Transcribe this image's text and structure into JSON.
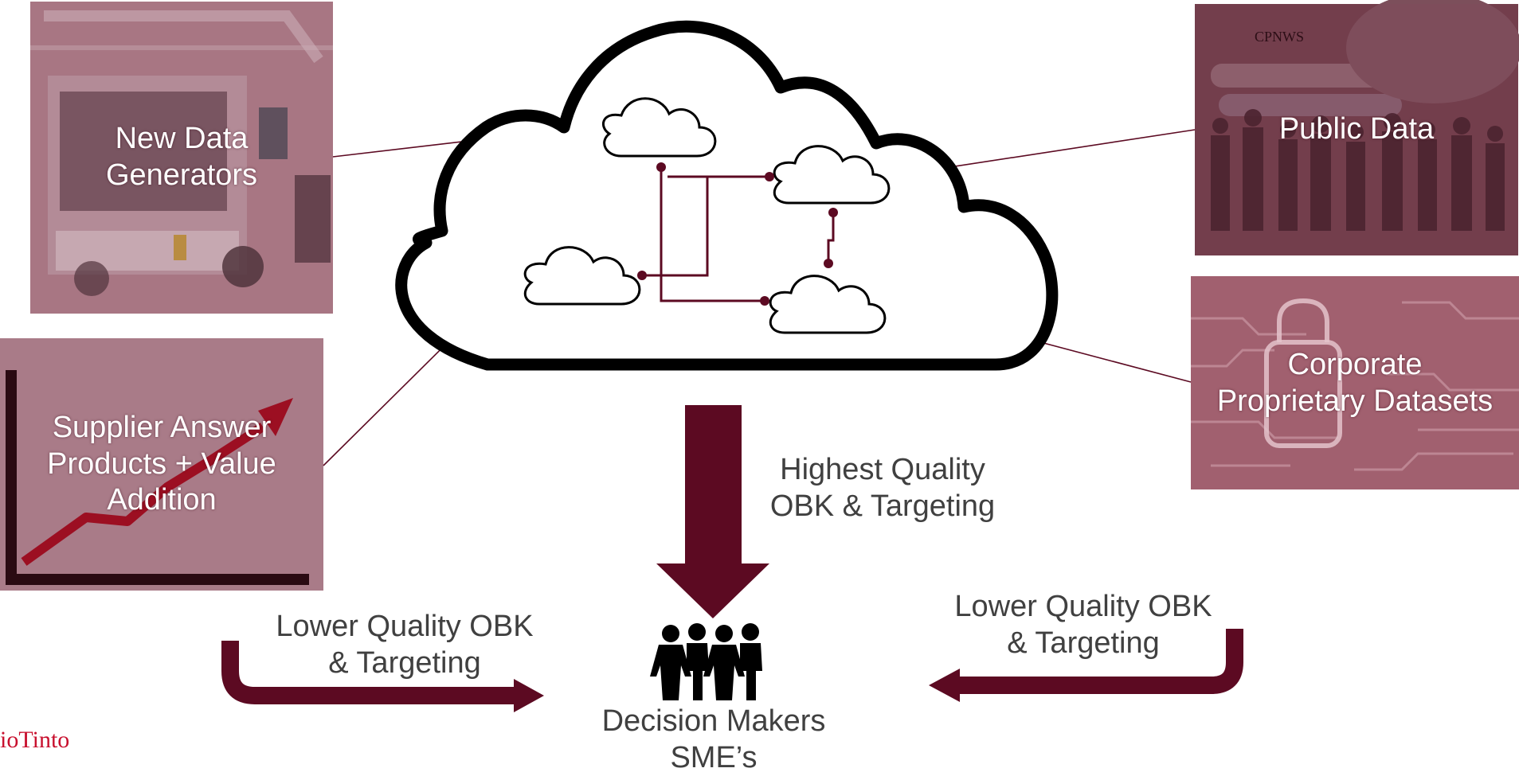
{
  "colors": {
    "maroon": "#5c0a22",
    "cloud_outline": "#000000",
    "text_grey": "#404040",
    "overlay": "#8b4a5e"
  },
  "sources": {
    "new_data": {
      "line1": "New Data",
      "line2": "Generators"
    },
    "supplier": {
      "line1": "Supplier Answer",
      "line2": "Products + Value",
      "line3": "Addition"
    },
    "public": {
      "line1": "Public Data",
      "photo_caption": "CPNWS"
    },
    "corporate": {
      "line1": "Corporate",
      "line2": "Proprietary Datasets"
    }
  },
  "flows": {
    "highest": {
      "line1": "Highest Quality",
      "line2": "OBK & Targeting"
    },
    "lower_left": {
      "line1": "Lower Quality OBK",
      "line2": "& Targeting"
    },
    "lower_right": {
      "line1": "Lower Quality OBK",
      "line2": "& Targeting"
    }
  },
  "decision": {
    "line1": "Decision Makers",
    "line2": "SME’s"
  },
  "logo": {
    "text": "ioTinto"
  }
}
